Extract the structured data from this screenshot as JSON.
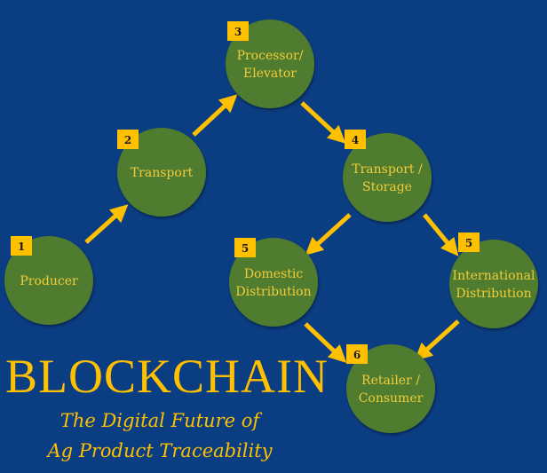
{
  "nodes": [
    {
      "id": "producer",
      "step": "1",
      "lines": [
        "Producer"
      ]
    },
    {
      "id": "transport",
      "step": "2",
      "lines": [
        "Transport"
      ]
    },
    {
      "id": "processor",
      "step": "3",
      "lines": [
        "Processor/",
        "Elevator"
      ]
    },
    {
      "id": "transport-storage",
      "step": "4",
      "lines": [
        "Transport /",
        "Storage"
      ]
    },
    {
      "id": "domestic",
      "step": "5",
      "lines": [
        "Domestic",
        "Distribution"
      ]
    },
    {
      "id": "international",
      "step": "5",
      "lines": [
        "International",
        "Distribution"
      ]
    },
    {
      "id": "retailer",
      "step": "6",
      "lines": [
        "Retailer /",
        "Consumer"
      ]
    }
  ],
  "edges": [
    [
      "producer",
      "transport"
    ],
    [
      "transport",
      "processor"
    ],
    [
      "processor",
      "transport-storage"
    ],
    [
      "transport-storage",
      "domestic"
    ],
    [
      "transport-storage",
      "international"
    ],
    [
      "domestic",
      "retailer"
    ],
    [
      "international",
      "retailer"
    ]
  ],
  "title": "BLOCKCHAIN",
  "subtitle_line1": "The Digital Future of",
  "subtitle_line2": "Ag Product Traceability",
  "colors": {
    "background": "#0b3d83",
    "node": "#4f7b2f",
    "accent": "#ffc000",
    "node_text": "#f2cc3a"
  }
}
